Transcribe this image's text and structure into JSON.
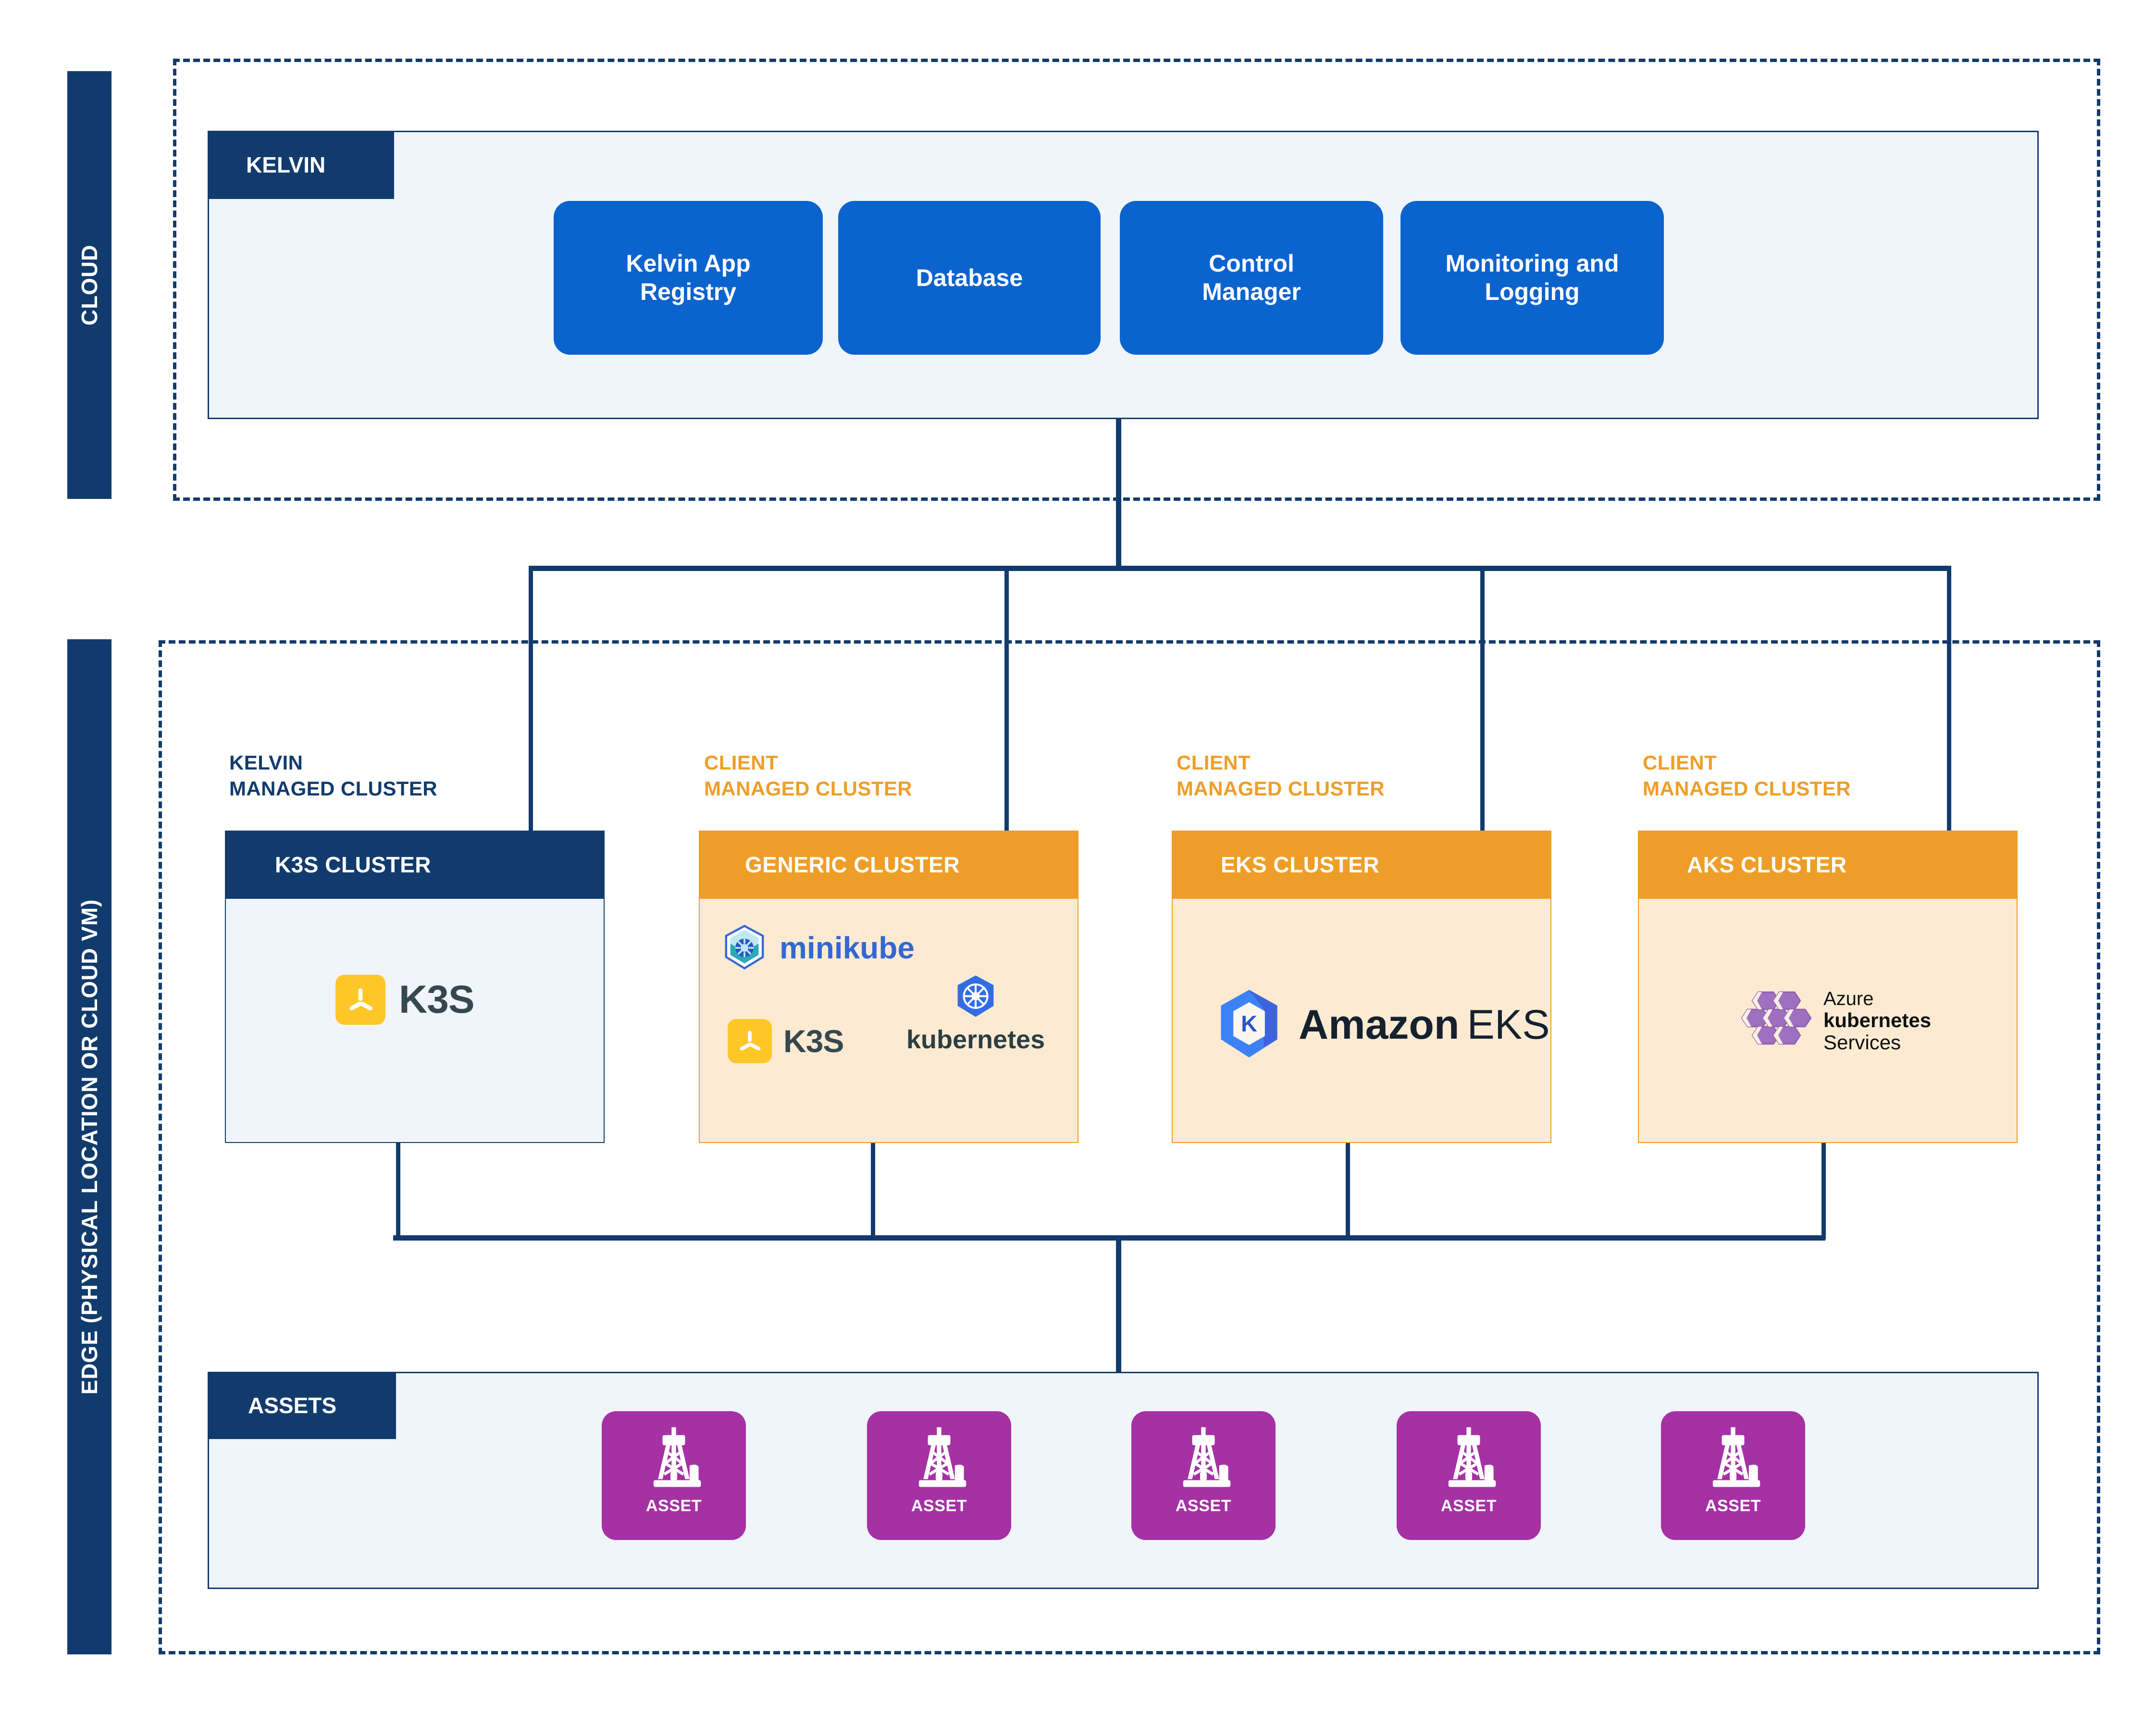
{
  "zones": {
    "cloud": {
      "label": "CLOUD"
    },
    "edge": {
      "label": "EDGE  (PHYSICAL LOCATION OR CLOUD VM)"
    }
  },
  "cloud_panel": {
    "tab_label": "KELVIN",
    "services": [
      {
        "label": "Kelvin App\nRegistry",
        "icon": "app-registry-pill"
      },
      {
        "label": "Database",
        "icon": "database-pill"
      },
      {
        "label": "Control\nManager",
        "icon": "control-manager-pill"
      },
      {
        "label": "Monitoring and\nLogging",
        "icon": "monitoring-logging-pill"
      }
    ]
  },
  "clusters": [
    {
      "kicker": "KELVIN\nMANAGED CLUSTER",
      "kicker_color": "#123B6D",
      "header": "K3S CLUSTER",
      "theme": "blue",
      "logos": [
        {
          "name": "k3s-logo",
          "text": "K3S"
        }
      ]
    },
    {
      "kicker": "CLIENT\nMANAGED CLUSTER",
      "kicker_color": "#EE9E28",
      "header": "GENERIC CLUSTER",
      "theme": "orange",
      "logos": [
        {
          "name": "minikube-logo",
          "text": "minikube"
        },
        {
          "name": "kubernetes-logo",
          "text": "kubernetes"
        },
        {
          "name": "k3s-logo",
          "text": "K3S"
        }
      ]
    },
    {
      "kicker": "CLIENT\nMANAGED CLUSTER",
      "kicker_color": "#EE9E28",
      "header": "EKS CLUSTER",
      "theme": "orange",
      "logos": [
        {
          "name": "amazon-eks-logo",
          "text": "Amazon",
          "text2": "EKS"
        }
      ]
    },
    {
      "kicker": "CLIENT\nMANAGED CLUSTER",
      "kicker_color": "#EE9E28",
      "header": "AKS CLUSTER",
      "theme": "orange",
      "logos": [
        {
          "name": "azure-kubernetes-services-logo",
          "line1": "Azure",
          "line2": "kubernetes",
          "line3": "Services"
        }
      ]
    }
  ],
  "assets_panel": {
    "tab_label": "ASSETS",
    "assets": [
      {
        "label": "ASSET",
        "icon": "oil-rig-icon"
      },
      {
        "label": "ASSET",
        "icon": "oil-rig-icon"
      },
      {
        "label": "ASSET",
        "icon": "oil-rig-icon"
      },
      {
        "label": "ASSET",
        "icon": "oil-rig-icon"
      },
      {
        "label": "ASSET",
        "icon": "oil-rig-icon"
      }
    ]
  },
  "colors": {
    "dark_blue": "#123B6D",
    "bright_blue": "#0B63CE",
    "orange": "#EE9E28",
    "purple": "#A531A5",
    "panel_fill": "#EFF5FA",
    "cluster_orange_fill": "#FCEBD2",
    "k3s_yellow": "#FFC627"
  }
}
